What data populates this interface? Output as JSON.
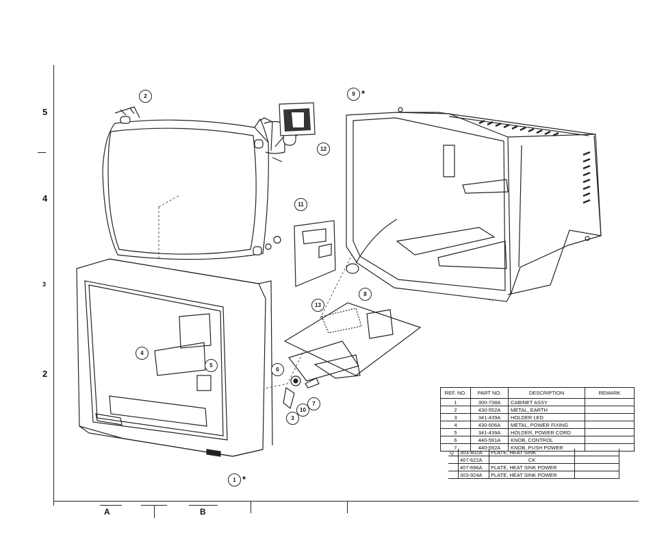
{
  "margin_numbers": [
    "5",
    "4",
    "3",
    "2"
  ],
  "footer": {
    "zone_a": "A",
    "zone_b": "B"
  },
  "callouts": [
    "1",
    "2",
    "3",
    "4",
    "5",
    "6",
    "7",
    "8",
    "9",
    "10",
    "11",
    "12",
    "13"
  ],
  "asterisk": "*",
  "parts_table": {
    "headers": [
      "REF. NO.",
      "PART NO.",
      "DESCRIPTION",
      "REMARK"
    ],
    "rows": [
      {
        "ref": "1",
        "part": "300-738A",
        "desc": "CABINET ASSY",
        "remark": ""
      },
      {
        "ref": "2",
        "part": "430-552A",
        "desc": "METAL, EARTH",
        "remark": ""
      },
      {
        "ref": "3",
        "part": "341-439A",
        "desc": "HOLDER LED",
        "remark": ""
      },
      {
        "ref": "4",
        "part": "430-606A",
        "desc": "METAL, POWER FIXING",
        "remark": ""
      },
      {
        "ref": "5",
        "part": "341-439A",
        "desc": "HOLDER, POWER CORD",
        "remark": ""
      },
      {
        "ref": "6",
        "part": "440-591A",
        "desc": "KNOB, CONTROL",
        "remark": ""
      },
      {
        "ref": "7",
        "part": "440-592A",
        "desc": "KNOB, PUSH POWER",
        "remark": ""
      }
    ],
    "overlap_rows": [
      {
        "ref": "Q",
        "part": "303-402A",
        "desc": "PLATE, HEAT SINK",
        "remark": ""
      },
      {
        "ref": "",
        "part": "407-622A",
        "desc": "CK",
        "remark": ""
      },
      {
        "ref": "",
        "part": "407-696A",
        "desc": "PLATE, HEAT SINK POWER",
        "remark": ""
      },
      {
        "ref": "",
        "part": "303-924A",
        "desc": "PLATE, HEAT SINK POWER",
        "remark": ""
      }
    ]
  }
}
